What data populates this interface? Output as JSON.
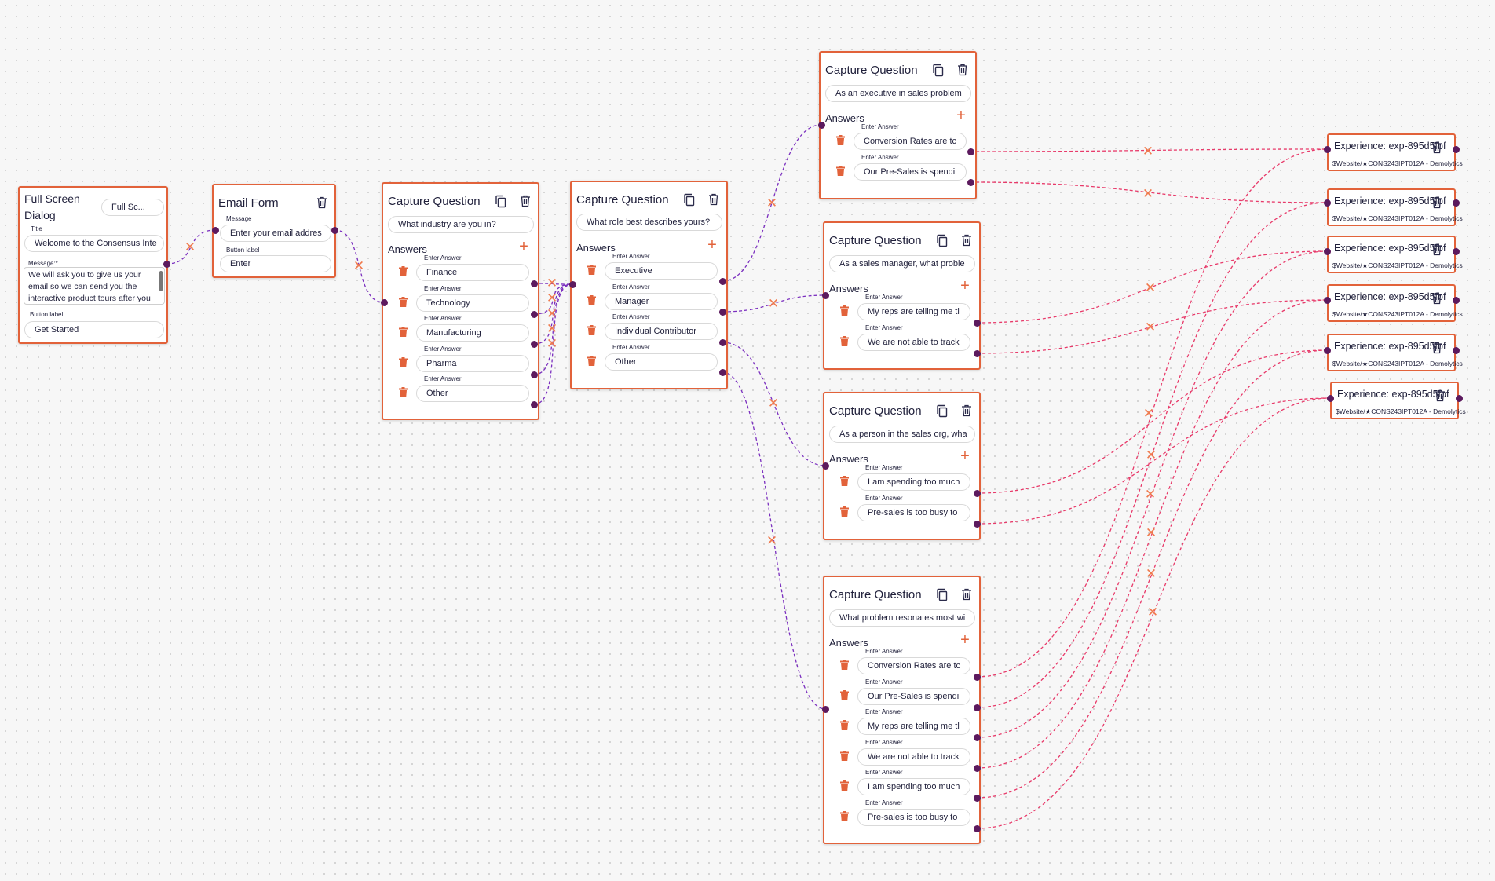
{
  "colors": {
    "accent": "#e2623a",
    "port": "#5c1a5e",
    "wire_question": "#7b2fbf",
    "wire_experience": "#e83a6a"
  },
  "dialog": {
    "title": "Full Screen Dialog",
    "type_select": "Full Sc...",
    "title_label": "Title",
    "title_value": "Welcome to the Consensus Inte",
    "message_label": "Message:*",
    "message_value": "We will ask you to give us your email so we can send you the interactive product tours after you",
    "button_label_label": "Button label",
    "button_label_value": "Get Started"
  },
  "email": {
    "title": "Email Form",
    "message_label": "Message",
    "message_value": "Enter your email addres",
    "button_label_label": "Button label",
    "button_label_value": "Enter"
  },
  "q1": {
    "title": "Capture Question",
    "question": "What industry are you in?",
    "answers_label": "Answers",
    "enter_label": "Enter Answer",
    "answers": [
      "Finance",
      "Technology",
      "Manufacturing",
      "Pharma",
      "Other"
    ]
  },
  "q2": {
    "title": "Capture Question",
    "question": "What role best describes yours?",
    "answers_label": "Answers",
    "enter_label": "Enter Answer",
    "answers": [
      "Executive",
      "Manager",
      "Individual Contributor",
      "Other"
    ]
  },
  "q3": {
    "title": "Capture Question",
    "question": "As an executive in sales problem",
    "answers_label": "Answers",
    "enter_label": "Enter Answer",
    "answers": [
      "Conversion Rates are tc",
      "Our Pre-Sales is spendi"
    ]
  },
  "q4": {
    "title": "Capture Question",
    "question": "As a sales manager, what proble",
    "answers_label": "Answers",
    "enter_label": "Enter Answer",
    "answers": [
      "My reps are telling me tl",
      "We are not able to track"
    ]
  },
  "q5": {
    "title": "Capture Question",
    "question": "As a person in the sales org, wha",
    "answers_label": "Answers",
    "enter_label": "Enter Answer",
    "answers": [
      "I am spending too much",
      "Pre-sales is too busy to"
    ]
  },
  "q6": {
    "title": "Capture Question",
    "question": "What problem resonates most wi",
    "answers_label": "Answers",
    "enter_label": "Enter Answer",
    "answers": [
      "Conversion Rates are tc",
      "Our Pre-Sales is spendi",
      "My reps are telling me tl",
      "We are not able to track",
      "I am spending too much",
      "Pre-sales is too busy to"
    ]
  },
  "experiences": [
    {
      "title": "Experience: exp-895d5fbf",
      "subtitle": "$Website/★CONS243IPT012A - Demolytics"
    },
    {
      "title": "Experience: exp-895d5fbf",
      "subtitle": "$Website/★CONS243IPT012A - Demolytics"
    },
    {
      "title": "Experience: exp-895d5fbf",
      "subtitle": "$Website/★CONS243IPT012A - Demolytics"
    },
    {
      "title": "Experience: exp-895d5fbf",
      "subtitle": "$Website/★CONS243IPT012A - Demolytics"
    },
    {
      "title": "Experience: exp-895d5fbf",
      "subtitle": "$Website/★CONS243IPT012A - Demolytics"
    },
    {
      "title": "Experience: exp-895d5fbf",
      "subtitle": "$Website/★CONS243IPT012A - Demolytics"
    }
  ],
  "icons": {
    "copy": "copy-icon",
    "delete": "trash-icon",
    "add": "plus-icon",
    "remove_connection": "x-icon"
  }
}
